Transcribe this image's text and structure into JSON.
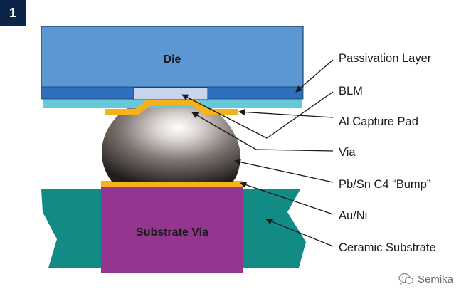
{
  "figure": {
    "number": "1"
  },
  "components": {
    "die": "Die",
    "substrate_via": "Substrate Via"
  },
  "callouts": [
    {
      "id": "passivation-layer",
      "text": "Passivation Layer"
    },
    {
      "id": "blm",
      "text": "BLM"
    },
    {
      "id": "al-capture-pad",
      "text": "Al Capture Pad"
    },
    {
      "id": "via",
      "text": "Via"
    },
    {
      "id": "bump",
      "text": "Pb/Sn C4 “Bump”"
    },
    {
      "id": "au-ni",
      "text": "Au/Ni"
    },
    {
      "id": "ceramic-substrate",
      "text": "Ceramic Substrate"
    }
  ],
  "watermark": {
    "text": "Semika",
    "icon": "wechat-icon"
  },
  "colors": {
    "die": "#5b97d2",
    "passivation": "#2f6fbf",
    "blm": "#c7d4ec",
    "pad_layer": "#66c9d7",
    "capture_pad": "#f6b21b",
    "ceramic": "#138b85",
    "substrate_via": "#94368f",
    "badge": "#0b2448"
  }
}
